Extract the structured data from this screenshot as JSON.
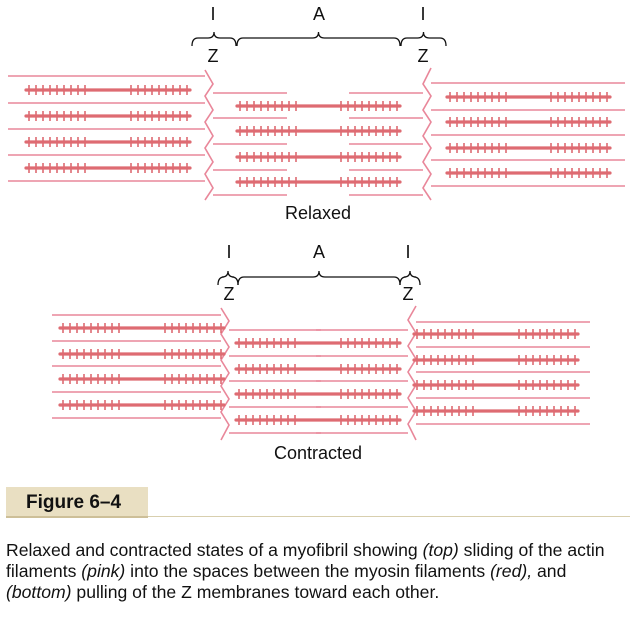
{
  "diagram": {
    "top": {
      "label_I_left": "I",
      "label_A": "A",
      "label_I_right": "I",
      "label_Z_left": "Z",
      "label_Z_right": "Z",
      "state": "Relaxed"
    },
    "bottom": {
      "label_I_left": "I",
      "label_A": "A",
      "label_I_right": "I",
      "label_Z_left": "Z",
      "label_Z_right": "Z",
      "state": "Contracted"
    },
    "colors": {
      "actin": "#e9879a",
      "myosin": "#de6b72",
      "zline": "#e9879a"
    }
  },
  "figure": {
    "tag": "Figure 6–4",
    "caption": {
      "p1": "Relaxed and contracted states of a myofibril showing ",
      "i1": "(top)",
      "p2": " sliding of the actin filaments ",
      "i2": "(pink)",
      "p3": " into the spaces between the myosin filaments ",
      "i3": "(red),",
      "p4": " and ",
      "i4": "(bottom)",
      "p5": " pulling of the Z membranes toward each other."
    }
  }
}
